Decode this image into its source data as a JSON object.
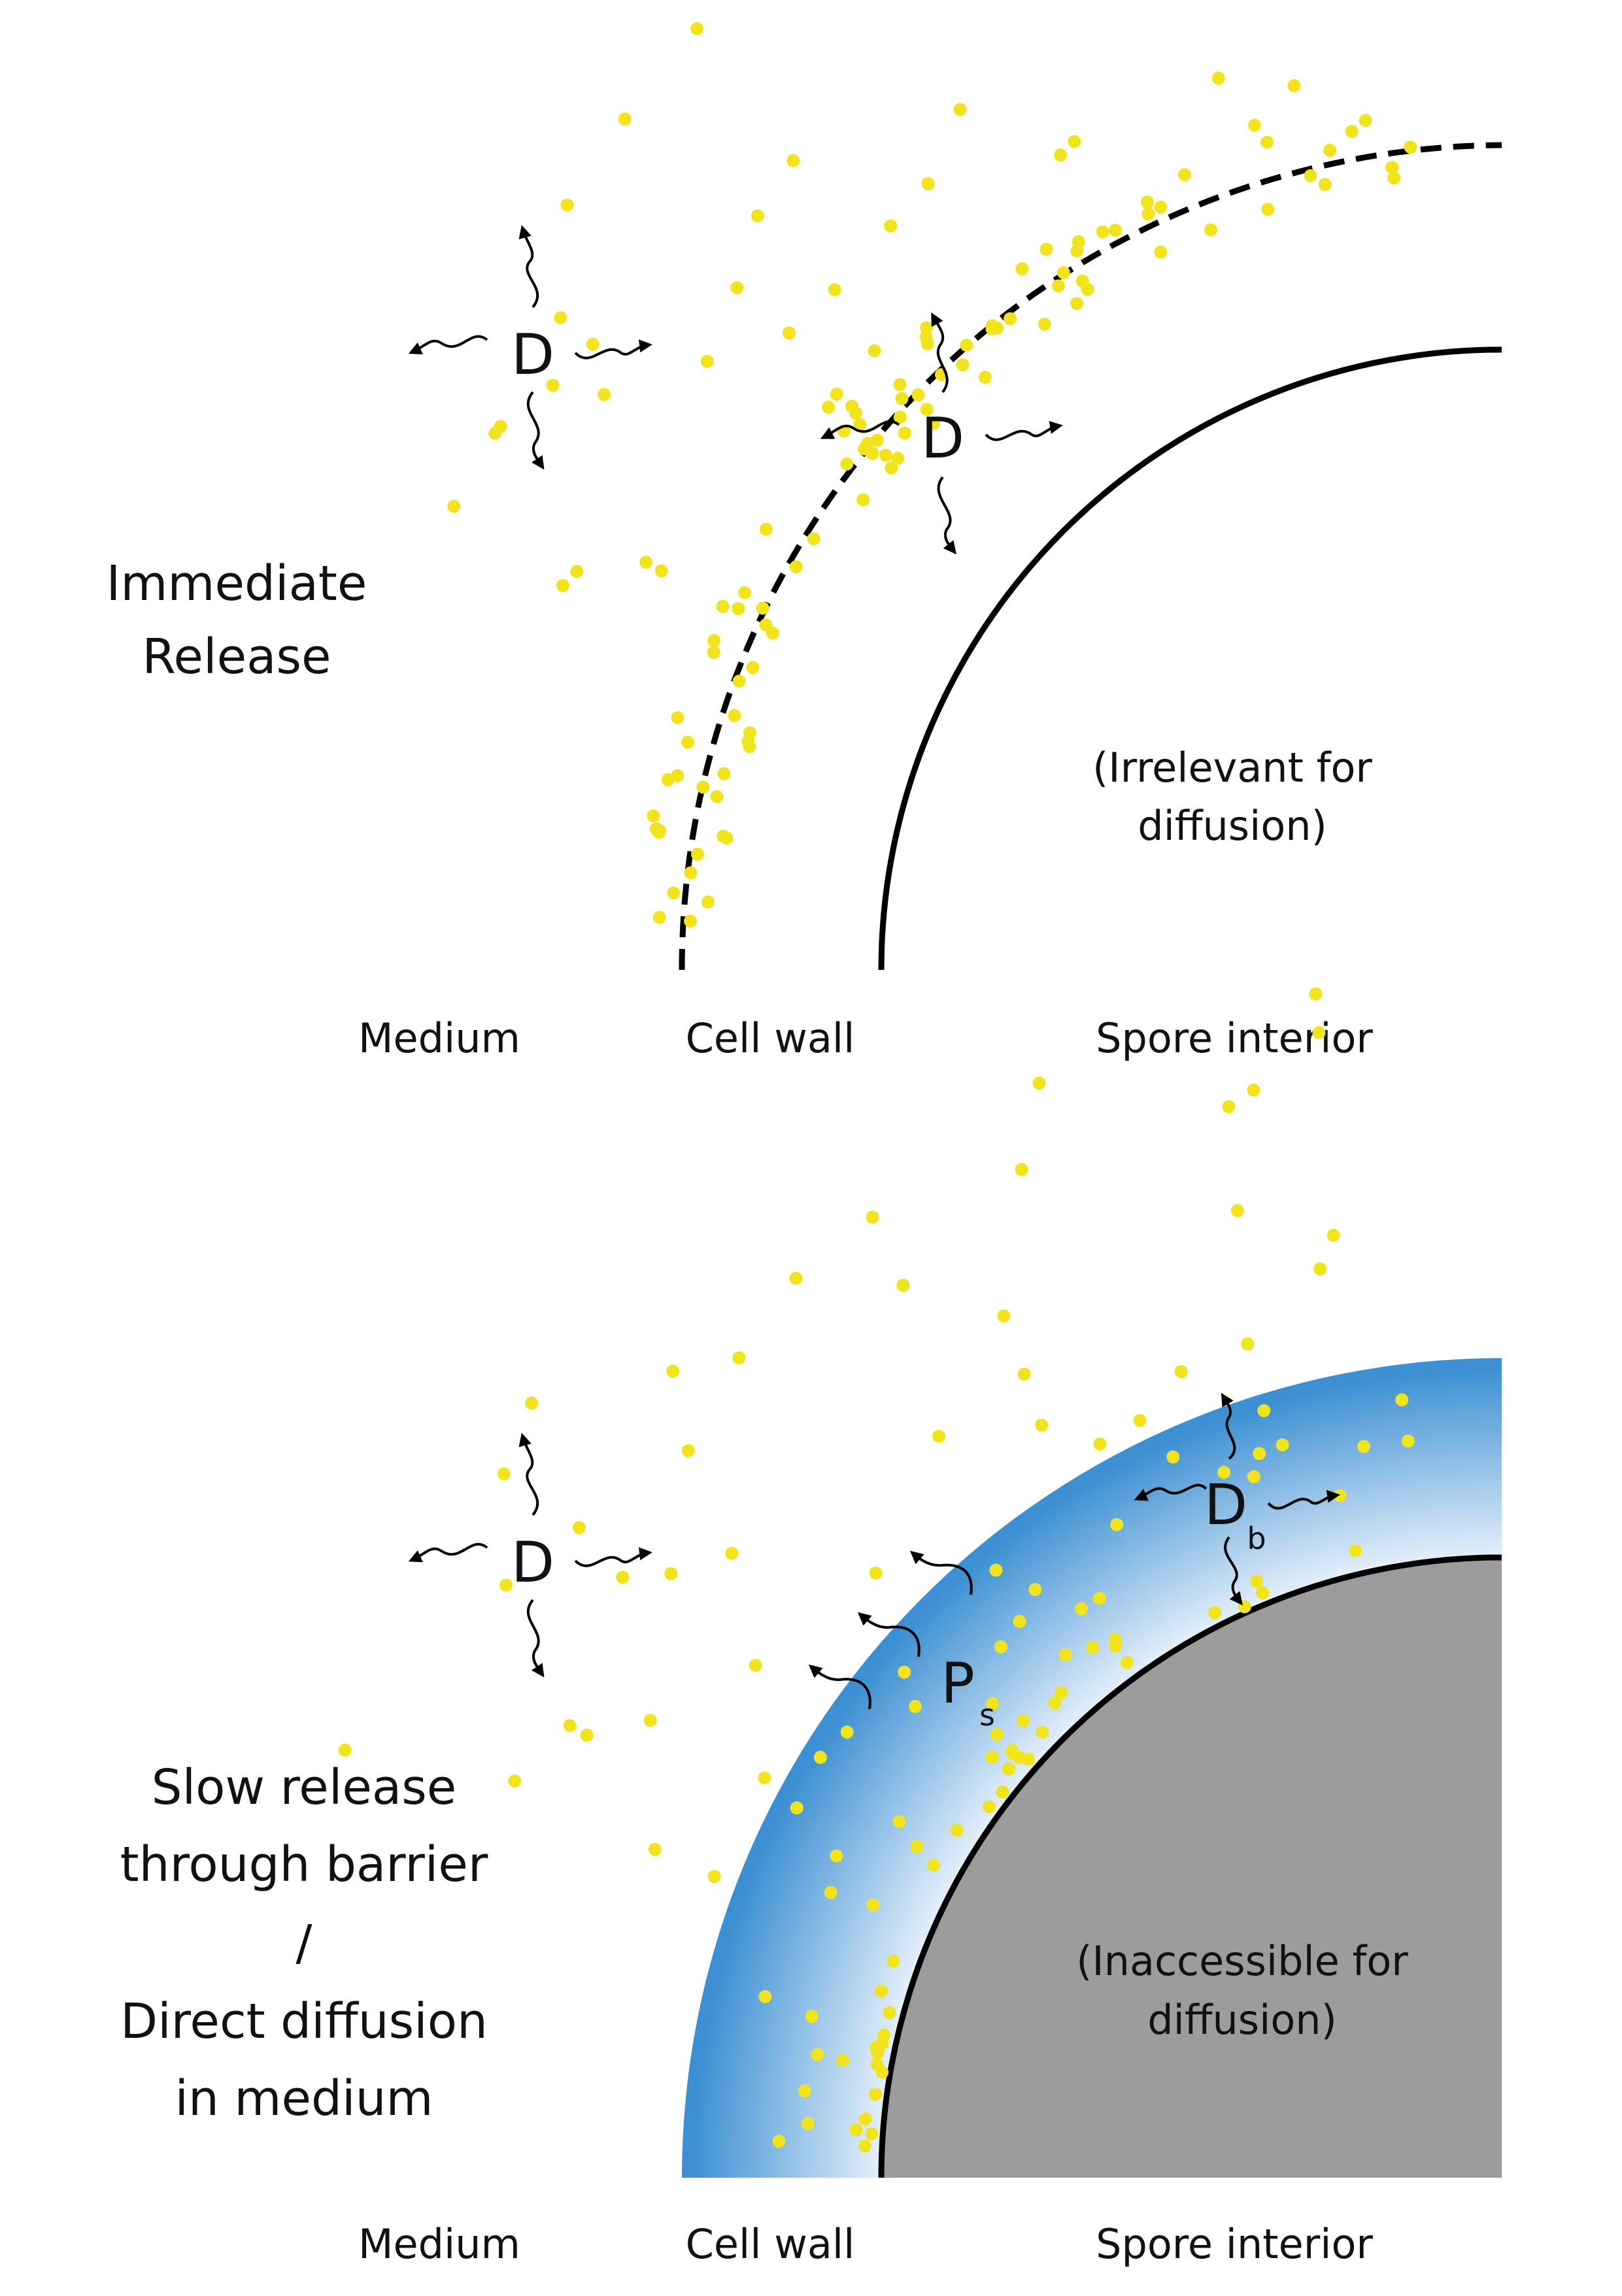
{
  "colors": {
    "particle": "#f2e41c",
    "barrier_outer": "#3b8fd2",
    "barrier_inner": "#e9f2fb",
    "spore_fill": "#9c9c9c",
    "line": "#000000"
  },
  "top_panel": {
    "caption_line1": "Immediate",
    "caption_line2": "Release",
    "diffusion_symbol_medium": "D",
    "diffusion_symbol_wall": "D",
    "interior_note_line1": "(Irrelevant for",
    "interior_note_line2": "diffusion)",
    "label_medium": "Medium",
    "label_cell_wall": "Cell wall",
    "label_spore_interior": "Spore interior"
  },
  "bottom_panel": {
    "caption_line1": "Slow release",
    "caption_line2": "through barrier",
    "caption_line3": "/",
    "caption_line4": "Direct diffusion",
    "caption_line5": "in medium",
    "diffusion_symbol_medium": "D",
    "permeability_symbol": "P",
    "permeability_subscript": "s",
    "barrier_diffusion_symbol": "D",
    "barrier_diffusion_subscript": "b",
    "interior_note_line1": "(Inaccessible for",
    "interior_note_line2": "diffusion)",
    "label_medium": "Medium",
    "label_cell_wall": "Cell wall",
    "label_spore_interior": "Spore interior"
  }
}
